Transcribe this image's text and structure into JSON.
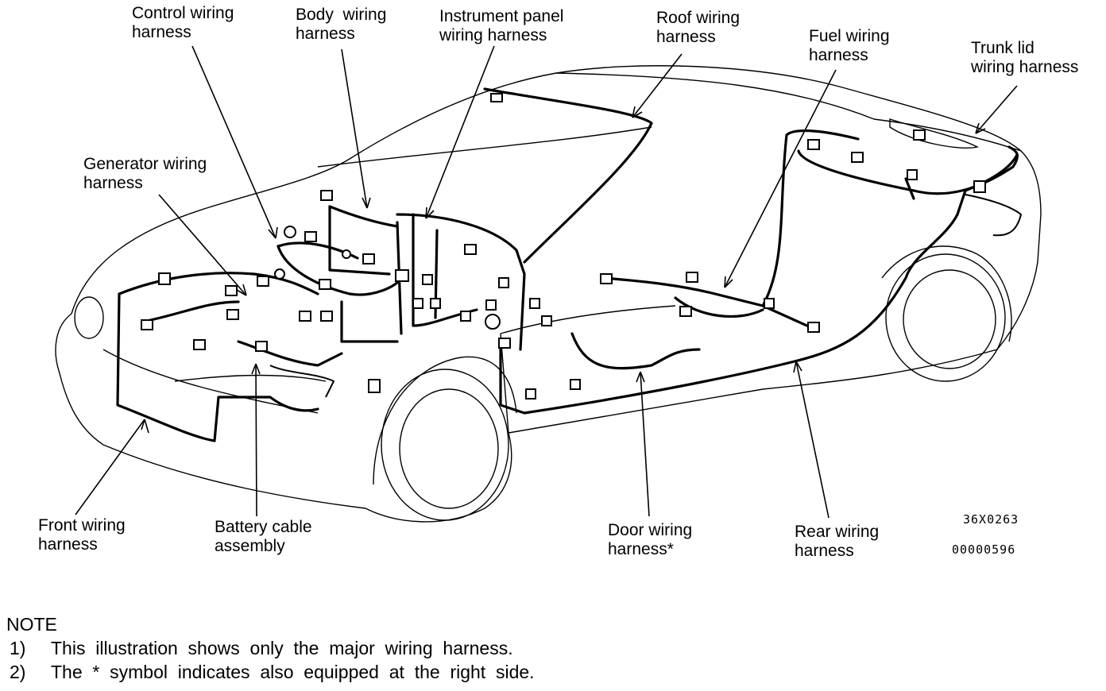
{
  "labels": {
    "control": [
      "Control wiring",
      "harness"
    ],
    "body": [
      "Body  wiring",
      "harness"
    ],
    "instrument": [
      "Instrument panel",
      "wiring harness"
    ],
    "roof": [
      "Roof wiring",
      "harness"
    ],
    "fuel": [
      "Fuel wiring",
      "harness"
    ],
    "trunk": [
      "Trunk lid",
      "wiring harness"
    ],
    "generator": [
      "Generator wiring",
      "harness"
    ],
    "front": [
      "Front wiring",
      "harness"
    ],
    "battery": [
      "Battery cable",
      "assembly"
    ],
    "door": [
      "Door wiring",
      "harness*"
    ],
    "rear": [
      "Rear wiring",
      "harness"
    ]
  },
  "codes": {
    "figure": "36X0263",
    "document": "00000596"
  },
  "note": {
    "title": "NOTE",
    "items": [
      {
        "num": "1)",
        "text": "This  illustration  shows  only  the  major  wiring  harness."
      },
      {
        "num": "2)",
        "text": "The  *  symbol  indicates  also  equipped  at  the  right  side."
      }
    ]
  }
}
